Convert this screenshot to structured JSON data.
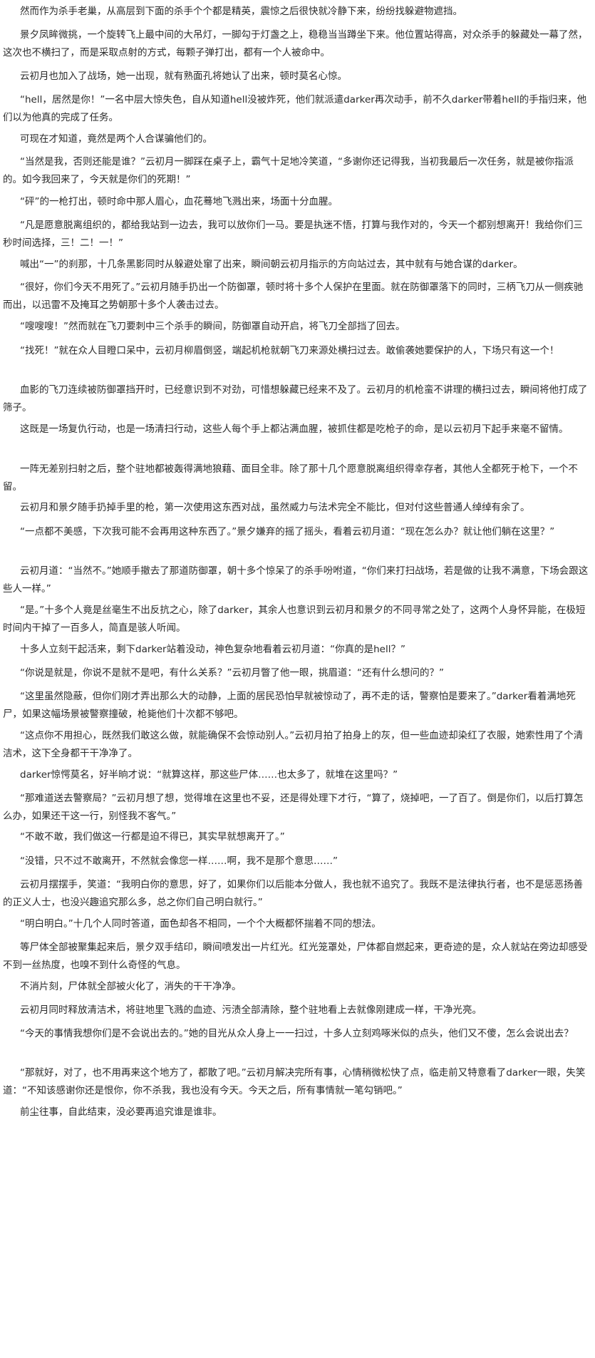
{
  "paragraphs": [
    "然而作为杀手老巢，从高层到下面的杀手个个都是精英，震惊之后很快就冷静下来，纷纷找躲避物遮挡。",
    "景夕凤眸微挑，一个旋转飞上最中间的大吊灯，一脚勾于灯盏之上，稳稳当当蹲坐下来。他位置站得高，对众杀手的躲藏处一幕了然，这次也不横扫了，而是采取点射的方式，每颗子弹打出，都有一个人被命中。",
    "云初月也加入了战场，她一出现，就有熟面孔将她认了出来，顿时莫名心惊。",
    "“hell，居然是你！”一名中层大惊失色，自从知道hell没被炸死，他们就派遣darker再次动手，前不久darker带着hell的手指归来，他们以为他真的完成了任务。",
    "可现在才知道，竟然是两个人合谋骗他们的。",
    "“当然是我，否则还能是谁？”云初月一脚踩在桌子上，霸气十足地冷笑道，“多谢你还记得我，当初我最后一次任务，就是被你指派的。如今我回来了，今天就是你们的死期！”",
    "“砰”的一枪打出，顿时命中那人眉心，血花蓦地飞溅出来，场面十分血腥。",
    "“凡是愿意脱离组织的，都给我站到一边去，我可以放你们一马。要是执迷不悟，打算与我作对的，今天一个都别想离开！我给你们三秒时间选择，三！二！一！”",
    "喊出“一”的刹那，十几条黑影同时从躲避处窜了出来，瞬间朝云初月指示的方向站过去，其中就有与她合谋的darker。",
    "“很好，你们今天不用死了。”云初月随手扔出一个防御罩，顿时将十多个人保护在里面。就在防御罩落下的同时，三柄飞刀从一侧疾驰而出，以迅雷不及掩耳之势朝那十多个人袭击过去。",
    "“嗖嗖嗖！”然而就在飞刀要刺中三个杀手的瞬间，防御罩自动开启，将飞刀全部挡了回去。",
    "“找死！”就在众人目瞪口呆中，云初月柳眉倒竖，端起机枪就朝飞刀来源处横扫过去。敢偷袭她要保护的人，下场只有这一个！",
    "血影的飞刀连续被防御罩挡开时，已经意识到不对劲，可惜想躲藏已经来不及了。云初月的机枪蛮不讲理的横扫过去，瞬间将他打成了筛子。",
    "这既是一场复仇行动，也是一场清扫行动，这些人每个手上都沾满血腥，被抓住都是吃枪子的命，是以云初月下起手来毫不留情。",
    "一阵无差别扫射之后，整个驻地都被轰得满地狼藉、面目全非。除了那十几个愿意脱离组织得幸存者，其他人全都死于枪下，一个不留。",
    "云初月和景夕随手扔掉手里的枪，第一次使用这东西对战，虽然威力与法术完全不能比，但对付这些普通人绰绰有余了。",
    "“一点都不美感，下次我可能不会再用这种东西了。”景夕嫌弃的摇了摇头，看着云初月道：“现在怎么办？就让他们躺在这里？”",
    "云初月道：“当然不。”她顺手撤去了那道防御罩，朝十多个惊呆了的杀手吩咐道，“你们来打扫战场，若是做的让我不满意，下场会跟这些人一样。”",
    "“是。”十多个人竟是丝毫生不出反抗之心，除了darker，其余人也意识到云初月和景夕的不同寻常之处了，这两个人身怀异能，在极短时间内干掉了一百多人，简直是骇人听闻。",
    "十多人立刻干起活来，剩下darker站着没动，神色复杂地看着云初月道：“你真的是hell？”",
    "“你说是就是，你说不是就不是吧，有什么关系？”云初月瞥了他一眼，挑眉道：“还有什么想问的？”",
    "“这里虽然隐蔽，但你们刚才弄出那么大的动静，上面的居民恐怕早就被惊动了，再不走的话，警察怕是要来了。”darker看着满地死尸，如果这幅场景被警察撞破，枪毙他们十次都不够吧。",
    "“这点你不用担心，既然我们敢这么做，就能确保不会惊动别人。”云初月拍了拍身上的灰，但一些血迹却染红了衣服，她索性用了个清洁术，这下全身都干干净净了。",
    "darker惊愕莫名，好半晌才说：“就算这样，那这些尸体……也太多了，就堆在这里吗？”",
    "“那难道送去警察局？”云初月想了想，觉得堆在这里也不妥，还是得处理下才行，“算了，烧掉吧，一了百了。倒是你们，以后打算怎么办，如果还干这一行，别怪我不客气。”",
    "“不敢不敢，我们做这一行都是迫不得已，其实早就想离开了。”",
    "“没错，只不过不敢离开，不然就会像您一样……啊，我不是那个意思……”",
    "云初月摆摆手，笑道：“我明白你的意思，好了，如果你们以后能本分做人，我也就不追究了。我既不是法律执行者，也不是惩恶扬善的正义人士，也没兴趣追究那么多，总之你们自己明白就行。”",
    "“明白明白。”十几个人同时答道，面色却各不相同，一个个大概都怀揣着不同的想法。",
    "等尸体全部被聚集起来后，景夕双手结印，瞬间喷发出一片红光。红光笼罩处，尸体都自燃起来，更奇迹的是，众人就站在旁边却感受不到一丝热度，也嗅不到什么奇怪的气息。",
    "不消片刻，尸体就全部被火化了，消失的干干净净。",
    "云初月同时释放清洁术，将驻地里飞溅的血迹、污渍全部清除，整个驻地看上去就像刚建成一样，干净光亮。",
    "“今天的事情我想你们是不会说出去的。”她的目光从众人身上一一扫过，十多人立刻鸡啄米似的点头，他们又不傻，怎么会说出去？",
    "“那就好，对了，也不用再来这个地方了，都散了吧。”云初月解决完所有事，心情稍微松快了点，临走前又特意看了darker一眼，失笑道：“不知该感谢你还是恨你，你不杀我，我也没有今天。今天之后，所有事情就一笔勾销吧。”",
    "前尘往事，自此结束，没必要再追究谁是谁非。"
  ]
}
